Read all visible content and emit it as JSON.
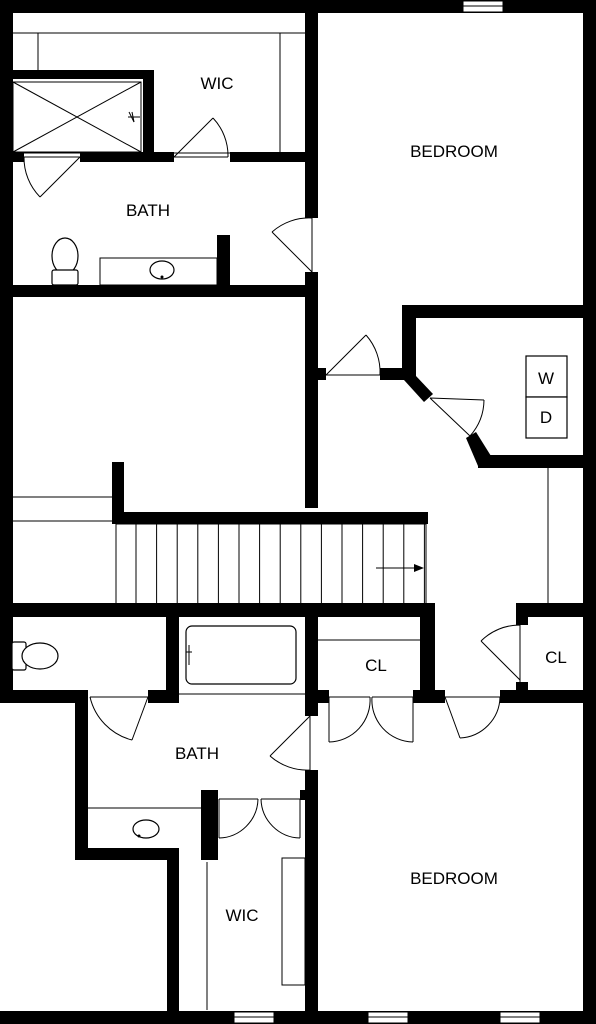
{
  "rooms": {
    "wic_top": "WIC",
    "bedroom_top": "BEDROOM",
    "bath_top": "BATH",
    "washer": "W",
    "dryer": "D",
    "closet_middle": "CL",
    "closet_right": "CL",
    "bath_bottom": "BATH",
    "wic_bottom": "WIC",
    "bedroom_bottom": "BEDROOM"
  }
}
